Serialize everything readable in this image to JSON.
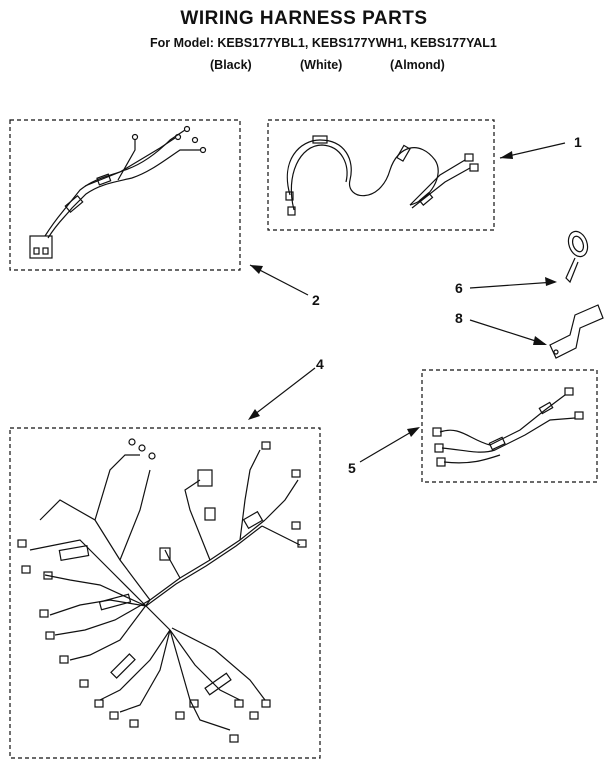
{
  "header": {
    "title": "WIRING HARNESS PARTS",
    "model_line": "For Model: KEBS177YBL1,  KEBS177YWH1,  KEBS177YAL1",
    "colors": [
      "(Black)",
      "(White)",
      "(Almond)"
    ]
  },
  "callouts": [
    {
      "id": "1",
      "part": "harness-1"
    },
    {
      "id": "2",
      "part": "harness-2"
    },
    {
      "id": "4",
      "part": "main-harness"
    },
    {
      "id": "5",
      "part": "harness-5"
    },
    {
      "id": "6",
      "part": "ring-terminal"
    },
    {
      "id": "8",
      "part": "bracket"
    }
  ],
  "style": {
    "line_color": "#111111",
    "background": "#ffffff"
  }
}
